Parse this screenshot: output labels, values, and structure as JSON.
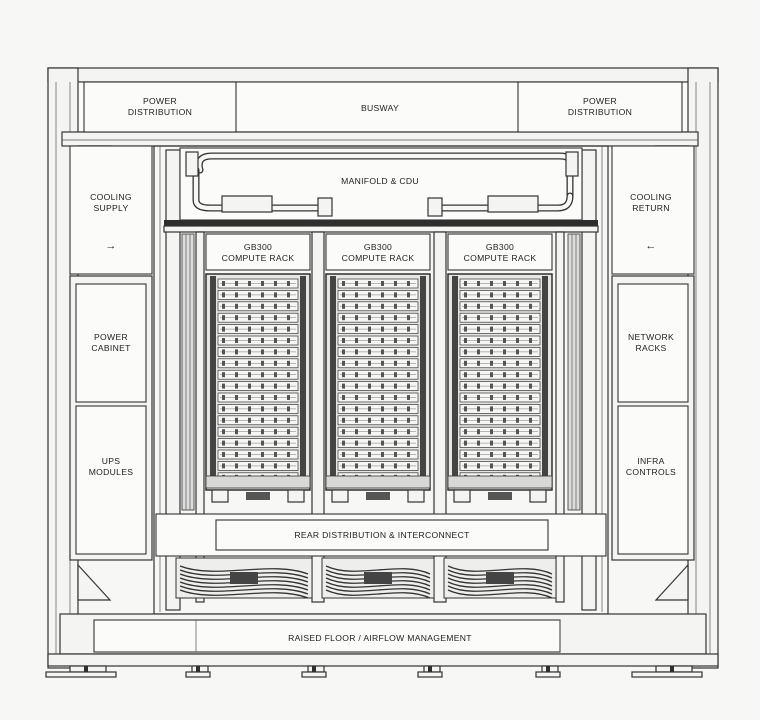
{
  "labels": {
    "busway": "BUSWAY",
    "power_distribution_left": [
      "POWER",
      "DISTRIBUTION"
    ],
    "power_distribution_right": [
      "POWER",
      "DISTRIBUTION"
    ],
    "manifold": "MANIFOLD & CDU",
    "cooling_supply": [
      "COOLING",
      "SUPPLY"
    ],
    "cooling_return": [
      "COOLING",
      "RETURN"
    ],
    "power_cabinet": [
      "POWER",
      "CABINET"
    ],
    "ups_modules": [
      "UPS",
      "MODULES"
    ],
    "network_racks": [
      "NETWORK",
      "RACKS"
    ],
    "infra_controls": [
      "INFRA",
      "CONTROLS"
    ],
    "rear_distribution": "REAR DISTRIBUTION & INTERCONNECT",
    "raised_floor": "RAISED FLOOR  /  AIRFLOW MANAGEMENT"
  },
  "racks": [
    {
      "label": [
        "GB300",
        "COMPUTE RACK"
      ]
    },
    {
      "label": [
        "GB300",
        "COMPUTE RACK"
      ]
    },
    {
      "label": [
        "GB300",
        "COMPUTE RACK"
      ]
    }
  ],
  "arrows": {
    "supply": "→",
    "return": "←"
  },
  "colors": {
    "line": "#333333",
    "paper": "#f7f7f5",
    "dark": "#2e2e2e"
  }
}
